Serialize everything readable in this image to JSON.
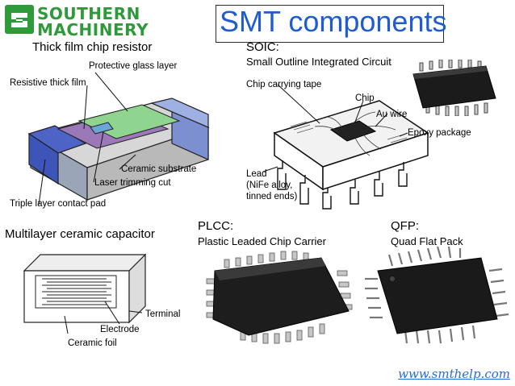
{
  "header": {
    "logo_line1": "SOUTHERN",
    "logo_line2": "MACHINERY",
    "title": "SMT components"
  },
  "resistor": {
    "caption": "Thick film  chip resistor",
    "labels": {
      "protective": "Protective glass layer",
      "resistive": "Resistive thick film",
      "substrate": "Ceramic substrate",
      "laser": "Laser trimming cut",
      "contact": "Triple layer contact pad"
    }
  },
  "soic": {
    "caption": "SOIC:",
    "subcaption": "Small Outline Integrated Circuit",
    "labels": {
      "tape": "Chip carrying tape",
      "chip": "Chip",
      "wire": "Au wire",
      "epoxy": "Epoxy package",
      "lead1": "Lead",
      "lead2": "(NiFe alloy,",
      "lead3": "tinned ends)"
    }
  },
  "capacitor": {
    "caption": "Multilayer ceramic capacitor",
    "labels": {
      "terminal": "Terminal",
      "electrode": "Electrode",
      "foil": "Ceramic foil"
    }
  },
  "plcc": {
    "caption": "PLCC:",
    "subcaption": "Plastic Leaded Chip Carrier"
  },
  "qfp": {
    "caption": "QFP:",
    "subcaption": "Quad Flat Pack"
  },
  "footer": {
    "url": "www.smthelp.com"
  },
  "colors": {
    "logo_green": "#2e9a3a",
    "title_blue": "#1f5bd1",
    "link_blue": "#2a6ad7"
  }
}
